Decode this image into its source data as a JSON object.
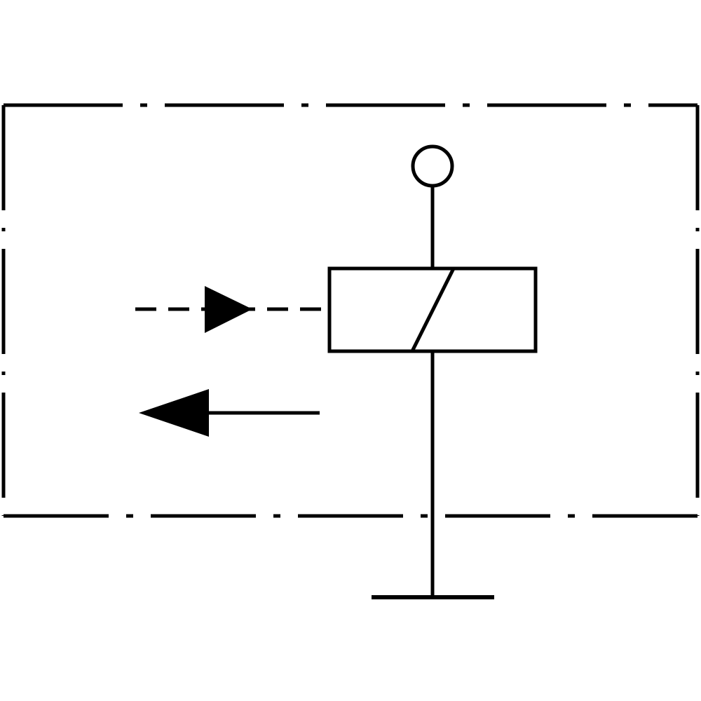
{
  "diagram": {
    "stroke_color": "#000000",
    "background_color": "#ffffff",
    "elements": [
      {
        "name": "enclosure-boundary",
        "kind": "dash-dot-rectangle"
      },
      {
        "name": "indicator-circle",
        "kind": "circle"
      },
      {
        "name": "coil-box",
        "kind": "rectangle-with-diagonal"
      },
      {
        "name": "control-input-arrow",
        "kind": "dashed-arrow-right"
      },
      {
        "name": "output-arrow",
        "kind": "solid-arrow-left"
      },
      {
        "name": "ground-symbol",
        "kind": "ground-bar"
      }
    ]
  }
}
